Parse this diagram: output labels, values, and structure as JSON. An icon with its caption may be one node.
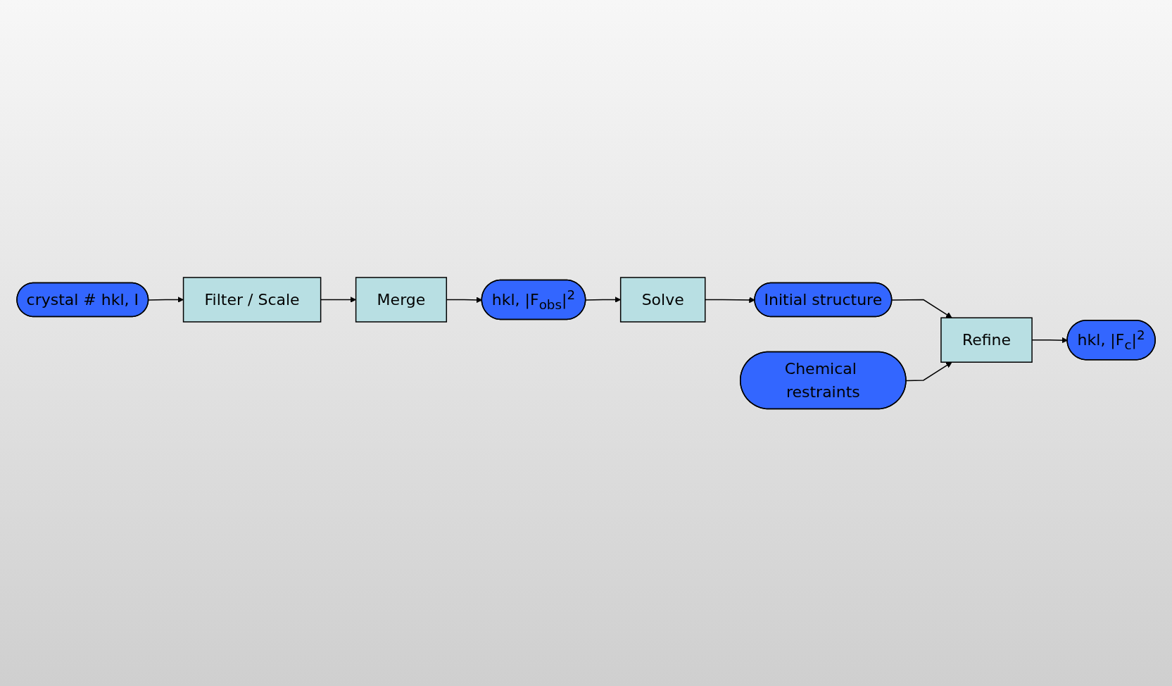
{
  "diagram": {
    "nodes": [
      {
        "text": [
          "crystal # hkl, I"
        ]
      },
      {
        "text": [
          "Filter / Scale"
        ]
      },
      {
        "text": [
          "Merge"
        ]
      },
      {
        "text": [
          "hkl, |F$_{obs}$|$^{2}$"
        ]
      },
      {
        "text": [
          "Solve"
        ]
      },
      {
        "text": [
          "Chemical restraints"
        ]
      },
      {
        "text": [
          "Initial structure"
        ]
      },
      {
        "text": [
          "Refine"
        ]
      },
      {
        "text": [
          "hkl, |F$_{c}$|$^{2}$"
        ]
      }
    ],
    "edges": [
      {
        "from": 0,
        "to": 1,
        "arrow": "to"
      },
      {
        "from": 1,
        "to": 2,
        "arrow": "to"
      },
      {
        "from": 2,
        "to": 3,
        "arrow": "to"
      },
      {
        "from": 3,
        "to": 4,
        "arrow": "to"
      },
      {
        "from": 4,
        "to": 6,
        "arrow": "to"
      },
      {
        "from": 6,
        "to": 7,
        "arrow": "to"
      },
      {
        "from": 5,
        "to": 7,
        "arrow": "to"
      },
      {
        "from": 7,
        "to": 8,
        "arrow": "to"
      }
    ]
  }
}
